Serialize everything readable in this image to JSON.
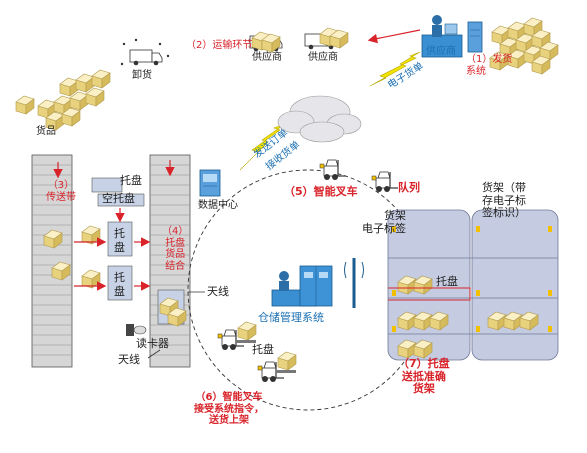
{
  "labels": {
    "step1": "（1）发货\n系统",
    "step2": "（2）运输环节",
    "step3": "（3）\n传送带",
    "step4": "（4）\n托盘\n货品\n结合",
    "step5_a": "（5）智能叉车",
    "step5_b": "队列",
    "step6": "（6）智能叉车\n接受系统指令，\n送货上架",
    "step7": "（7）托盘\n送抵准确\n货架",
    "supplier1": "供应商",
    "supplier2": "供应商",
    "supplier3": "供应商",
    "unload": "卸货",
    "goods": "货品",
    "pallet_top": "托盘",
    "empty_pallet": "空托盘",
    "pallet_mid1": "托",
    "pallet_mid2": "盘",
    "pallet_shelf": "托盘",
    "pallet_lower1": "托",
    "pallet_lower2": "盘",
    "antenna1": "天线",
    "antenna2": "天线",
    "reader": "读卡器",
    "data_center": "数据中心",
    "send_order": "发送订单",
    "receive_order": "接收货单",
    "e_waybill": "电子货单",
    "shelf_tag": "货架\n电子标签",
    "shelf_note": "货架（带\n存电子标\n签标识）",
    "wms": "仓储管理系统",
    "fork_pallet": "托盘"
  },
  "icons": [
    "truck-icon",
    "forklift-icon",
    "server-icon",
    "computer-icon",
    "person-icon",
    "box-icon",
    "cloud-icon",
    "lightning-icon",
    "antenna-icon",
    "card-reader-icon"
  ],
  "colors": {
    "red": "#d8232a",
    "blue": "#1a6fb3",
    "shelf": "#c5cbe0",
    "conveyor": "#c9c9c9",
    "box": "#f3e2a0",
    "lightning": "#f2e300"
  }
}
